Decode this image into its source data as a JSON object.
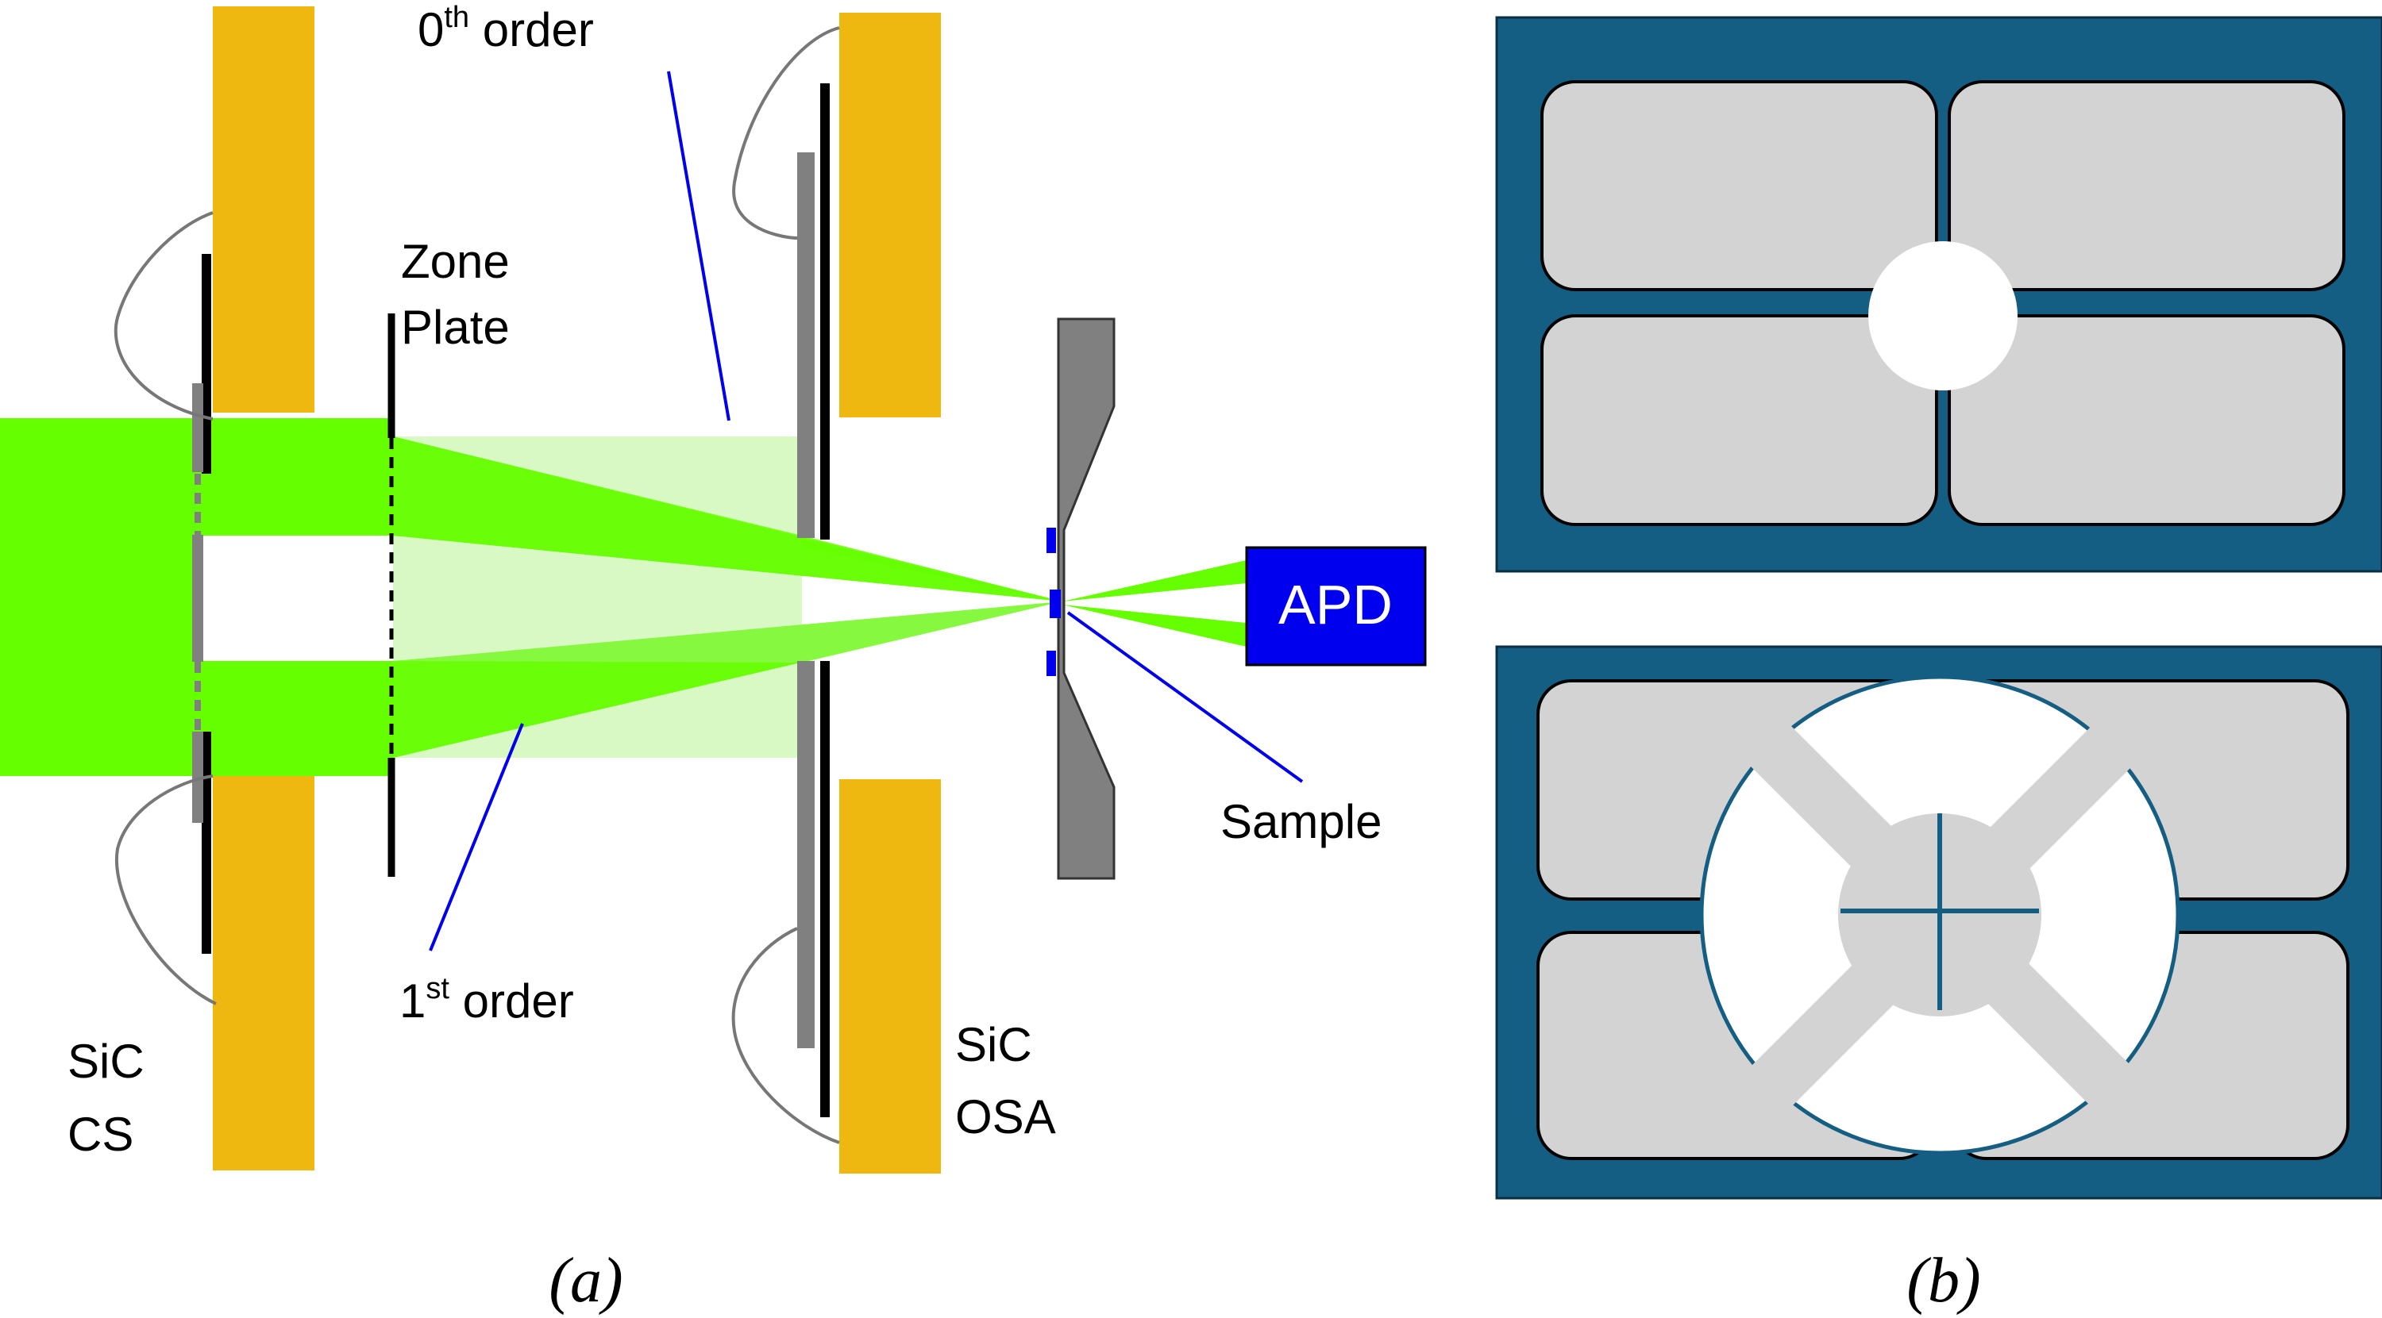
{
  "labels": {
    "zero_order_base": "0",
    "zero_order_sup": "th",
    "zero_order_rest": " order",
    "first_order_base": "1",
    "first_order_sup": "st",
    "first_order_rest": " order",
    "zone_plate_line1": "Zone",
    "zone_plate_line2": "Plate",
    "sic_cs_line1": "SiC",
    "sic_cs_line2": "CS",
    "sic_osa_line1": "SiC",
    "sic_osa_line2": "OSA",
    "apd": "APD",
    "sample": "Sample"
  },
  "captions": {
    "a": "(a)",
    "b": "(b)"
  },
  "colors": {
    "gold": "#EFB811",
    "beam_green": "#66FF00",
    "beam_light": "#D8F9C4",
    "apd_blue": "#0000EE",
    "pointer_blue": "#0000EE",
    "frame_teal": "#155E83",
    "window_gray": "#D3D3D3",
    "membrane_gray": "#808080"
  }
}
